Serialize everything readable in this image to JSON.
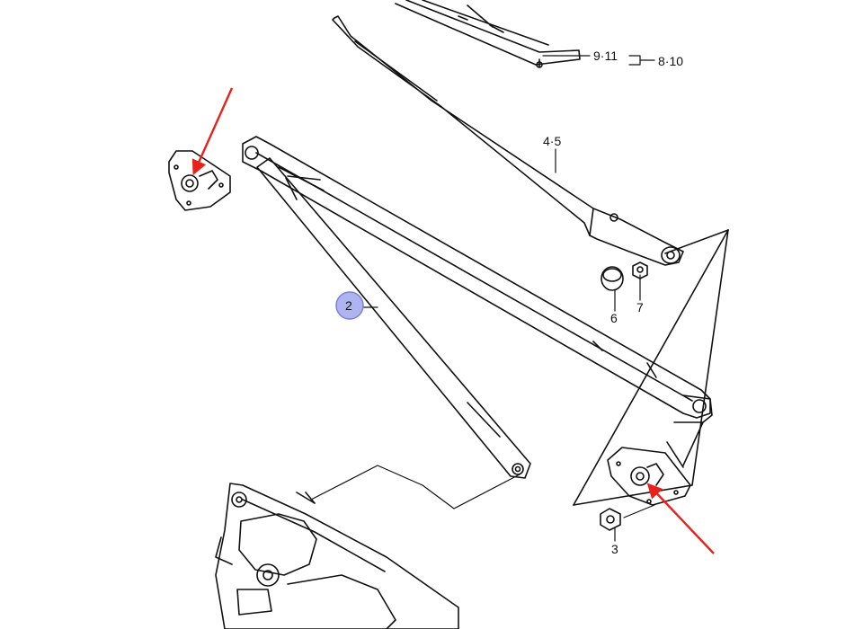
{
  "labels": {
    "bracket_1": "9·11",
    "bracket_2": "8·10",
    "arm": "4·5",
    "link": "2",
    "cap": "6",
    "nut_top": "7",
    "nut_bottom": "3"
  },
  "colors": {
    "line": "#111111",
    "arrow": "#e8221b",
    "highlight_fill": "#aeb4ef",
    "highlight_stroke": "#7b82d8",
    "background": "#ffffff"
  },
  "icons": {
    "arrow_upper": "red-arrow-icon",
    "arrow_lower": "red-arrow-icon"
  }
}
